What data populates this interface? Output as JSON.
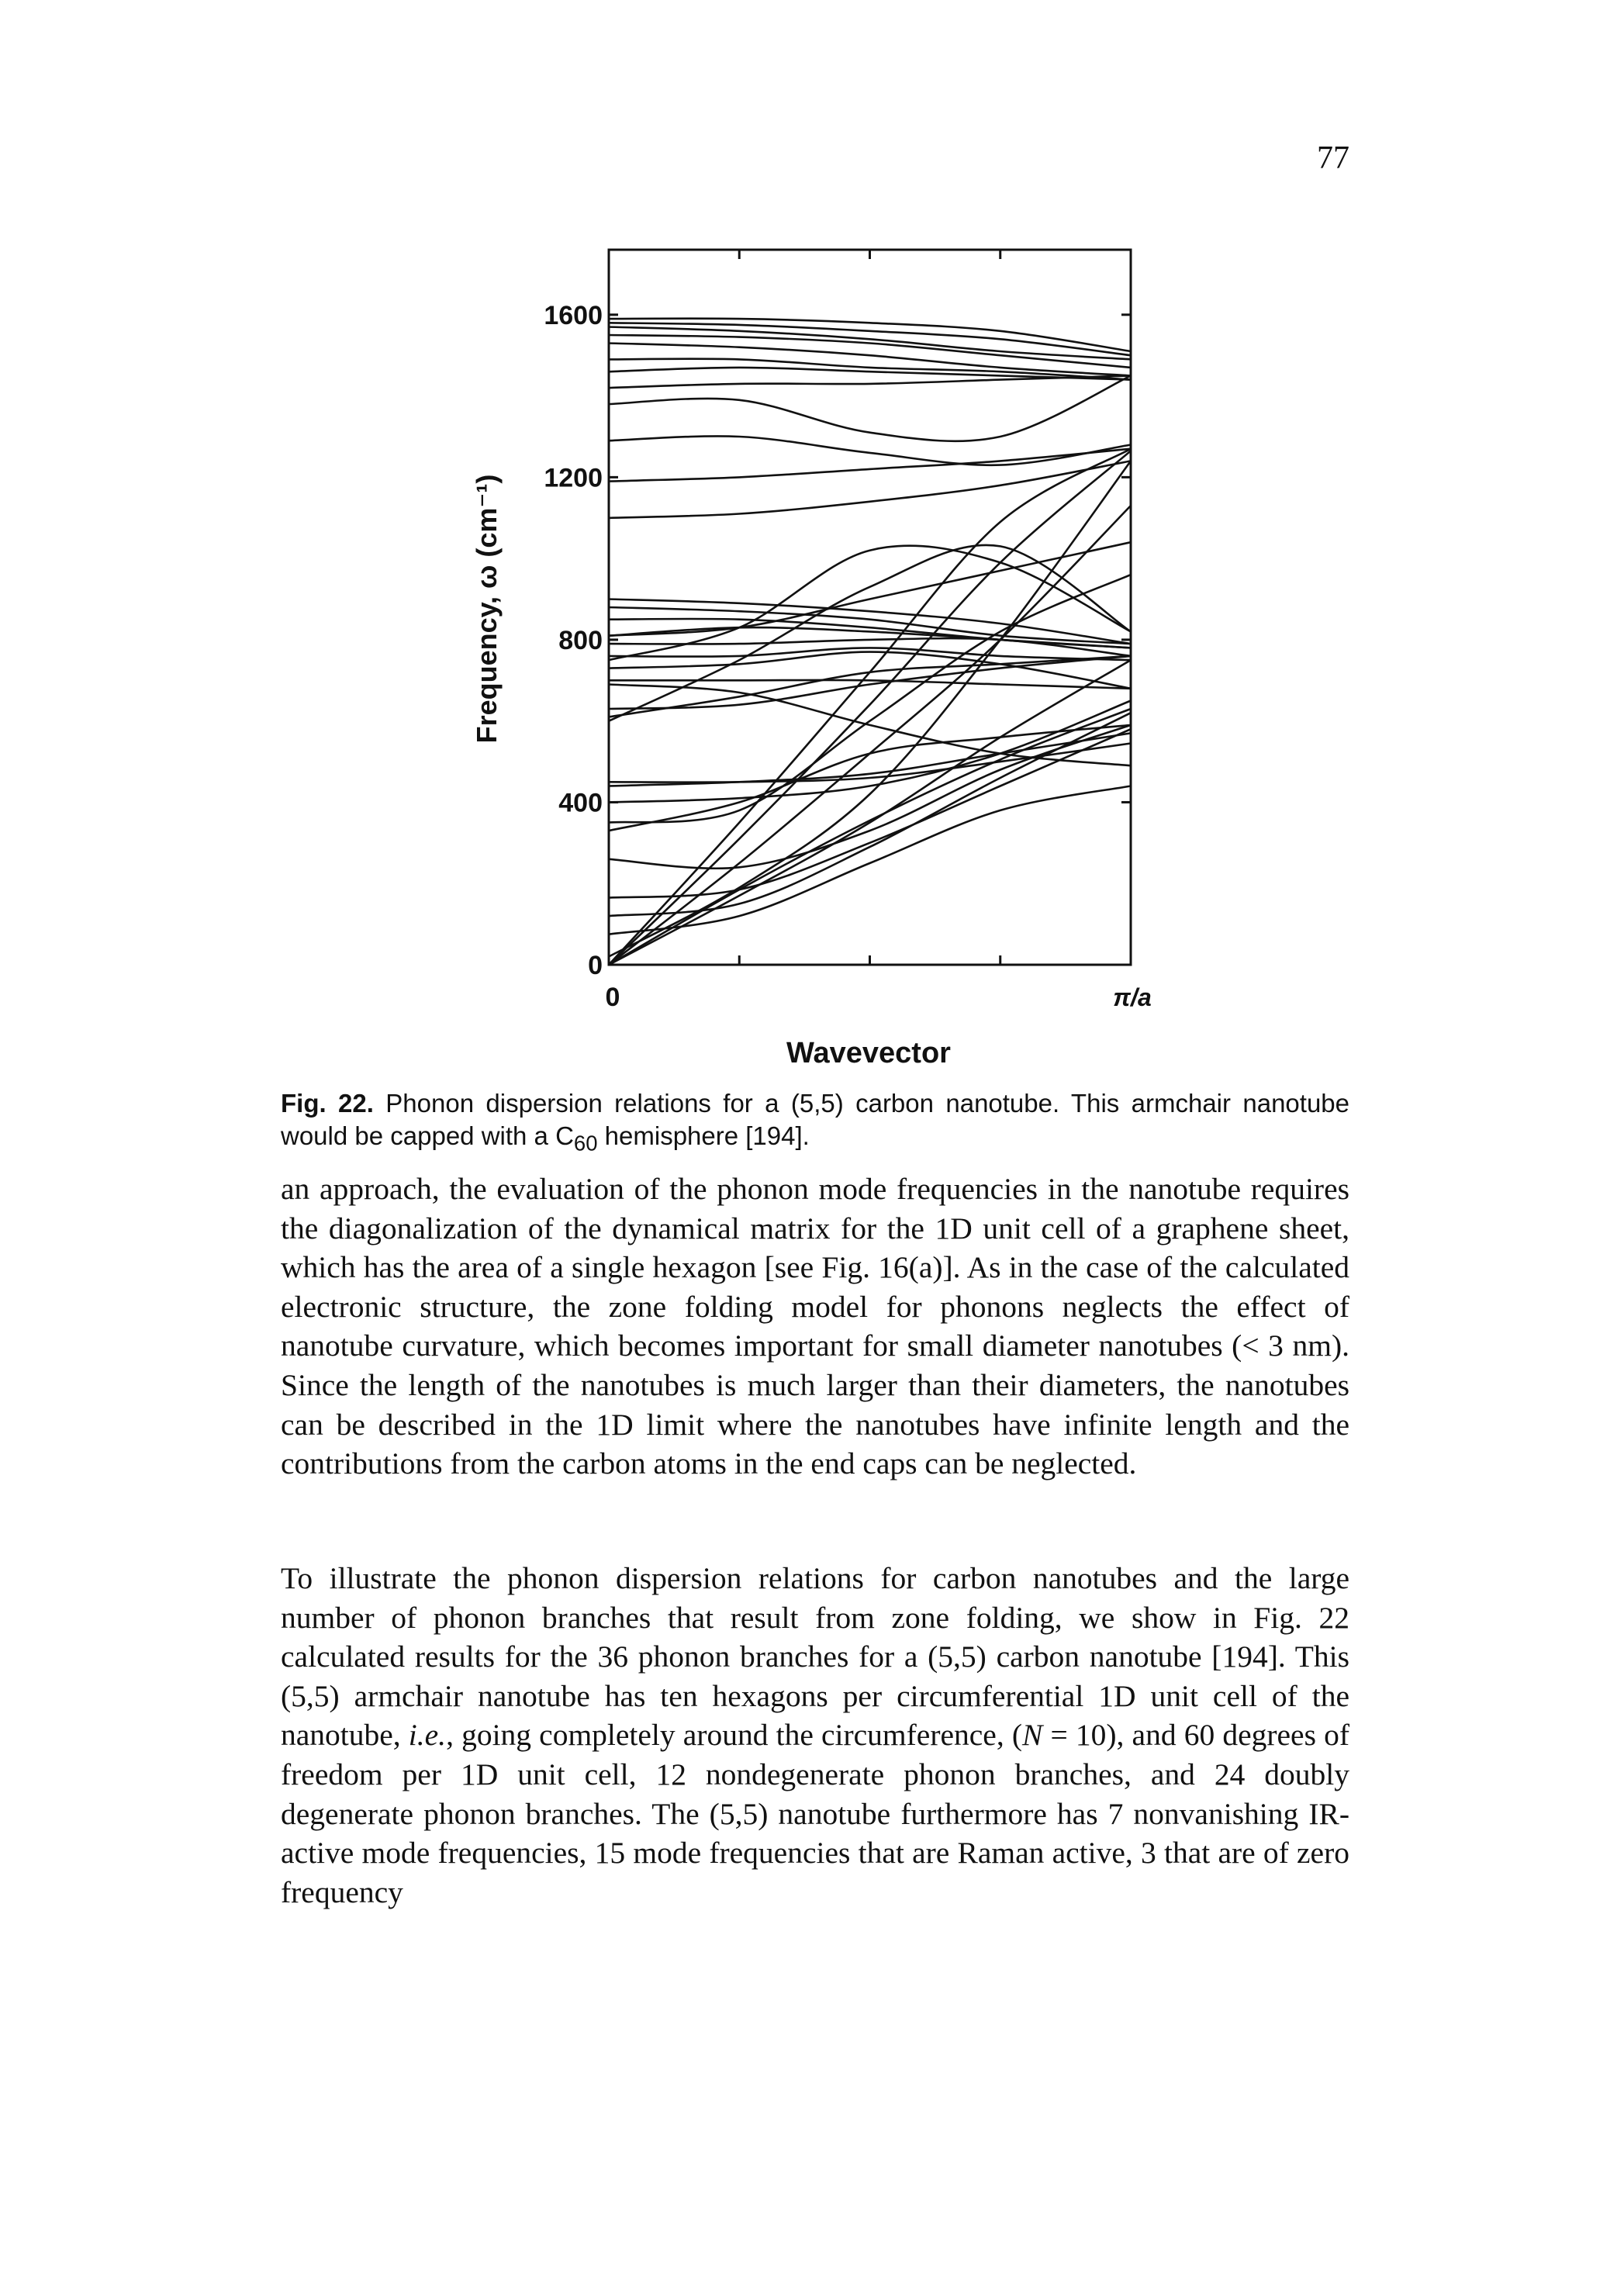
{
  "page": {
    "number": "77"
  },
  "figure": {
    "label": "Fig. 22.",
    "caption_pre": "Phonon dispersion relations for a (5,5) carbon nanotube. This armchair nanotube would be capped with a C",
    "caption_sub": "60",
    "caption_post": " hemisphere [194].",
    "ylabel": "Frequency, ω (cm⁻¹)",
    "xlabel": "Wavevector",
    "x_tick_start": "0",
    "x_tick_end": "π/a"
  },
  "chart_data": {
    "type": "line",
    "title": "",
    "xlabel": "Wavevector",
    "ylabel": "Frequency, ω (cm⁻¹)",
    "x_ticks": [
      "0",
      "π/a"
    ],
    "y_ticks": [
      "0",
      "400",
      "800",
      "1200",
      "1600"
    ],
    "xlim": [
      0,
      1
    ],
    "ylim": [
      0,
      1760
    ],
    "x_unit_note": "fraction of π/a",
    "grid": false,
    "x": [
      0,
      0.25,
      0.5,
      0.75,
      1.0
    ],
    "series": [
      {
        "values": [
          0,
          185,
          355,
          505,
          630
        ]
      },
      {
        "values": [
          0,
          250,
          520,
          800,
          1130
        ]
      },
      {
        "values": [
          0,
          310,
          640,
          990,
          1265
        ]
      },
      {
        "values": [
          0,
          350,
          720,
          1090,
          1270
        ]
      },
      {
        "values": [
          0,
          170,
          350,
          560,
          750
        ]
      },
      {
        "values": [
          20,
          190,
          420,
          800,
          1240
        ]
      },
      {
        "values": [
          75,
          120,
          250,
          380,
          440
        ]
      },
      {
        "values": [
          120,
          150,
          290,
          460,
          620
        ]
      },
      {
        "values": [
          165,
          185,
          300,
          440,
          580
        ]
      },
      {
        "values": [
          260,
          240,
          330,
          480,
          590
        ]
      },
      {
        "values": [
          330,
          400,
          520,
          560,
          590
        ]
      },
      {
        "values": [
          350,
          380,
          600,
          820,
          960
        ]
      },
      {
        "values": [
          400,
          410,
          440,
          520,
          650
        ]
      },
      {
        "values": [
          440,
          450,
          470,
          520,
          570
        ]
      },
      {
        "values": [
          450,
          450,
          460,
          500,
          545
        ]
      },
      {
        "values": [
          610,
          660,
          720,
          740,
          760
        ]
      },
      {
        "values": [
          630,
          640,
          690,
          730,
          760
        ]
      },
      {
        "values": [
          690,
          670,
          590,
          520,
          490
        ]
      },
      {
        "values": [
          700,
          700,
          700,
          690,
          680
        ]
      },
      {
        "values": [
          730,
          740,
          770,
          740,
          680
        ]
      },
      {
        "values": [
          760,
          760,
          780,
          760,
          750
        ]
      },
      {
        "values": [
          790,
          790,
          800,
          800,
          760
        ]
      },
      {
        "values": [
          810,
          830,
          820,
          800,
          780
        ]
      },
      {
        "values": [
          850,
          850,
          830,
          800,
          780
        ]
      },
      {
        "values": [
          880,
          870,
          850,
          810,
          790
        ]
      },
      {
        "values": [
          900,
          890,
          870,
          840,
          790
        ]
      },
      {
        "values": [
          750,
          830,
          1020,
          990,
          820
        ]
      },
      {
        "values": [
          600,
          750,
          930,
          1030,
          820
        ]
      },
      {
        "values": [
          810,
          830,
          900,
          970,
          1040
        ]
      },
      {
        "values": [
          1100,
          1110,
          1140,
          1180,
          1240
        ]
      },
      {
        "values": [
          1190,
          1200,
          1220,
          1240,
          1270
        ]
      },
      {
        "values": [
          1290,
          1300,
          1260,
          1230,
          1280
        ]
      },
      {
        "values": [
          1380,
          1390,
          1310,
          1300,
          1450
        ]
      },
      {
        "values": [
          1420,
          1430,
          1430,
          1440,
          1450
        ]
      },
      {
        "values": [
          1460,
          1470,
          1460,
          1450,
          1440
        ]
      },
      {
        "values": [
          1490,
          1490,
          1470,
          1460,
          1440
        ]
      },
      {
        "values": [
          1530,
          1520,
          1500,
          1470,
          1450
        ]
      },
      {
        "values": [
          1550,
          1545,
          1530,
          1500,
          1470
        ]
      },
      {
        "values": [
          1570,
          1560,
          1540,
          1510,
          1490
        ]
      },
      {
        "values": [
          1580,
          1575,
          1560,
          1540,
          1500
        ]
      },
      {
        "values": [
          1590,
          1590,
          1580,
          1560,
          1510
        ]
      }
    ]
  },
  "para_1": "an approach, the evaluation of the phonon mode frequencies in the nanotube requires the diagonalization of the dynamical matrix for the 1D unit cell of a graphene sheet, which has the area of a single hexagon [see Fig. 16(a)]. As in the case of the calculated electronic structure, the zone folding model for phonons neglects the effect of nanotube curvature, which becomes important for small diameter nanotubes (< 3 nm). Since the length of the nanotubes is much larger than their diameters, the nanotubes can be described in the 1D limit where the nanotubes have infinite length and the contributions from the carbon atoms in the end caps can be neglected.",
  "para_2": {
    "a": "To illustrate the phonon dispersion relations for carbon nanotubes and the large number of phonon branches that result from zone folding, we show in Fig. 22 calculated results for the 36 phonon branches for a (5,5) carbon nanotube [194]. This (5,5) armchair nanotube has ten hexagons per circumferential 1D unit cell of the nanotube, ",
    "ie": "i.e.",
    "b": ", going completely around the circumference, (",
    "N": "N",
    "c": " = 10), and 60 degrees of freedom per 1D unit cell, 12 nondegenerate phonon branches, and 24 doubly degenerate phonon branches. The (5,5) nanotube furthermore has 7 nonvanishing IR-active mode frequencies, 15 mode frequencies that are Raman active, 3 that are of zero frequency"
  }
}
